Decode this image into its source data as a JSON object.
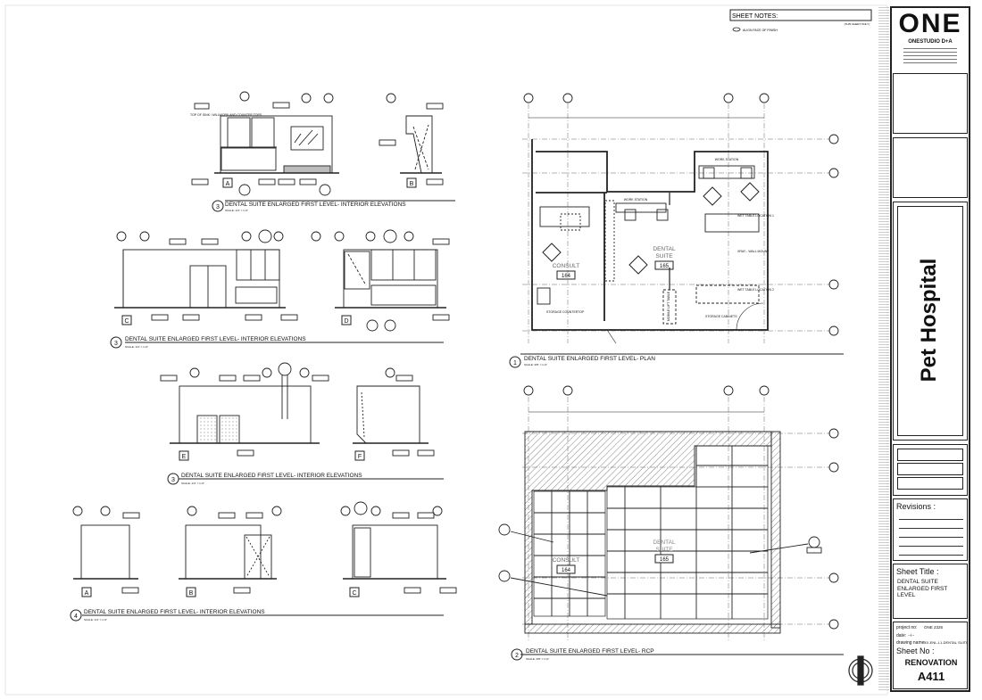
{
  "sheet_notes": {
    "title": "SHEET NOTES:",
    "scope": "(THIS SHEET ONLY)",
    "legend_note": "ALIGN FACE OF FINISH"
  },
  "titleblock": {
    "firm_logo": "ONE",
    "firm_name": "ONESTUDIO D+A",
    "project": "Pet Hospital",
    "revisions_label": "Revisions :",
    "sheet_title_label": "Sheet Title :",
    "sheet_title_line1": "DENTAL SUITE",
    "sheet_title_line2": "ENLARGED FIRST LEVEL",
    "project_no_label": "project no:",
    "project_no": "ONE 2326",
    "date_label": "date:",
    "date": "--/--",
    "drawing_name_label": "drawing name:",
    "drawing_name": "XX-ENL-L1-DENTAL SUITE",
    "sheet_no_label": "Sheet No :",
    "phase": "RENOVATION",
    "sheet_no": "A411"
  },
  "drawings": {
    "elev_a": {
      "num": "3",
      "title": "DENTAL SUITE ENLARGED FIRST LEVEL- INTERIOR ELEVATIONS",
      "scale": "SCALE:   1/4\" = 1'-0\"",
      "note": "TOP OF SINK / MILLWORK AND COUNTER TOPS",
      "view_a": "A",
      "view_b": "B"
    },
    "elev_b": {
      "num": "3",
      "title": "DENTAL SUITE ENLARGED FIRST LEVEL- INTERIOR ELEVATIONS",
      "scale": "SCALE:   1/4\" = 1'-0\"",
      "view_c": "C",
      "view_d": "D"
    },
    "elev_c": {
      "num": "3",
      "title": "DENTAL SUITE ENLARGED FIRST LEVEL- INTERIOR ELEVATIONS",
      "scale": "SCALE:   1/4\" = 1'-0\"",
      "view_e": "E",
      "view_f": "F"
    },
    "elev_d": {
      "num": "4",
      "title": "DENTAL SUITE ENLARGED FIRST LEVEL- INTERIOR ELEVATIONS",
      "scale": "SCALE:   1/4\" = 1'-0\"",
      "view_a": "A",
      "view_b": "B",
      "view_c": "C"
    },
    "plan": {
      "num": "1",
      "title": "DENTAL SUITE ENLARGED FIRST LEVEL- PLAN",
      "scale": "SCALE:   3/8\" = 1'-0\"",
      "room1_name": "CONSULT",
      "room1_no": "164",
      "room2_name1": "DENTAL",
      "room2_name2": "SUITE",
      "room2_no": "165",
      "work_station": "WORK STATION",
      "storage": "STORAGE COUNTERTOP",
      "wet_table1": "WET TABLE LOCATION 1",
      "wet_table2": "WET TABLE LOCATION 2",
      "xray": "XRAY - WALL MOUNT",
      "storage_cab": "STORAGE CABINETS",
      "mobile_lift": "MOBILE LIFT TABLE"
    },
    "rcp": {
      "num": "2",
      "title": "DENTAL SUITE ENLARGED FIRST LEVEL- RCP",
      "scale": "SCALE:   3/8\" = 1'-0\"",
      "room1_name": "CONSULT",
      "room1_no": "164",
      "room2_name1": "DENTAL",
      "room2_name2": "SUITE",
      "room2_no": "165"
    }
  }
}
